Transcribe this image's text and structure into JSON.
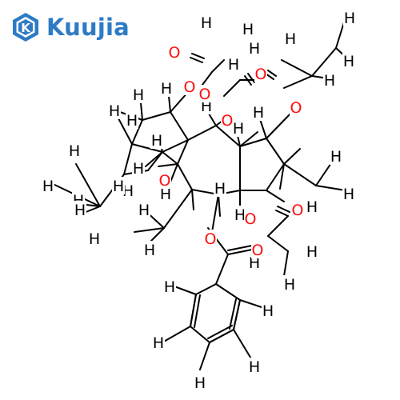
{
  "logo": {
    "text": "Kuujia",
    "mark_letter": "K",
    "icon": "kuujia-logo-hexagon-icon",
    "color": "#2e7bc4"
  },
  "molecule": {
    "bond_color": "#000000",
    "oxygen_color": "#ff0d0d",
    "hydrogen_color": "#000000",
    "atom_labels": {
      "hydrogen": "H",
      "oxygen": "O"
    }
  }
}
